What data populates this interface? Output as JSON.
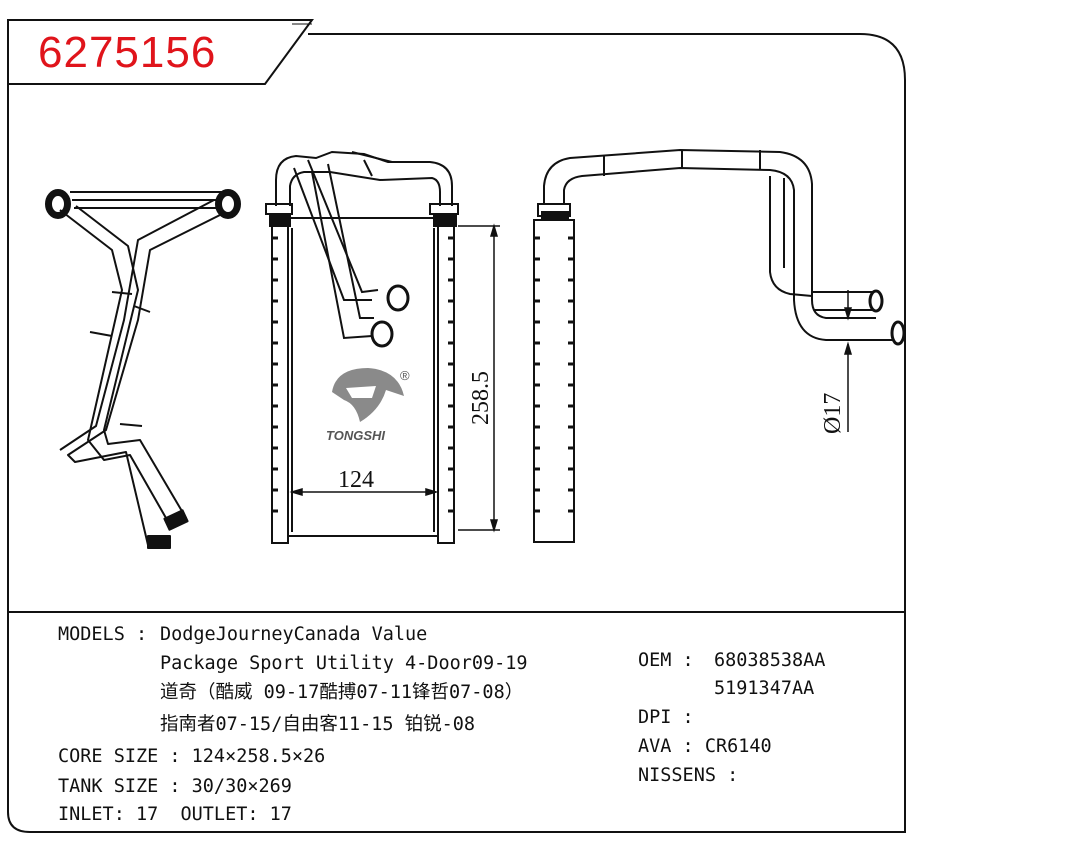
{
  "part_number": "6275156",
  "dimensions": {
    "width": "124",
    "height": "258.5",
    "pipe_diameter": "Ø17"
  },
  "logo_text": "TONGSHI",
  "specs": {
    "models_label": "MODELS :",
    "models_lines": [
      "DodgeJourneyCanada Value",
      "Package Sport Utility 4-Door09-19",
      "道奇（酷威 09-17酷搏07-11锋哲07-08）",
      "指南者07-15/自由客11-15 铂锐-08"
    ],
    "core_size": "CORE SIZE : 124×258.5×26",
    "tank_size": "TANK SIZE : 30/30×269",
    "inlet_outlet": "INLET: 17  OUTLET: 17",
    "oem_label": "OEM :",
    "oem_values": [
      "68038538AA",
      "5191347AA"
    ],
    "dpi": "DPI :",
    "ava": "AVA : CR6140",
    "nissens": "NISSENS :"
  },
  "colors": {
    "part_number": "#e0141b",
    "line": "#111111"
  }
}
